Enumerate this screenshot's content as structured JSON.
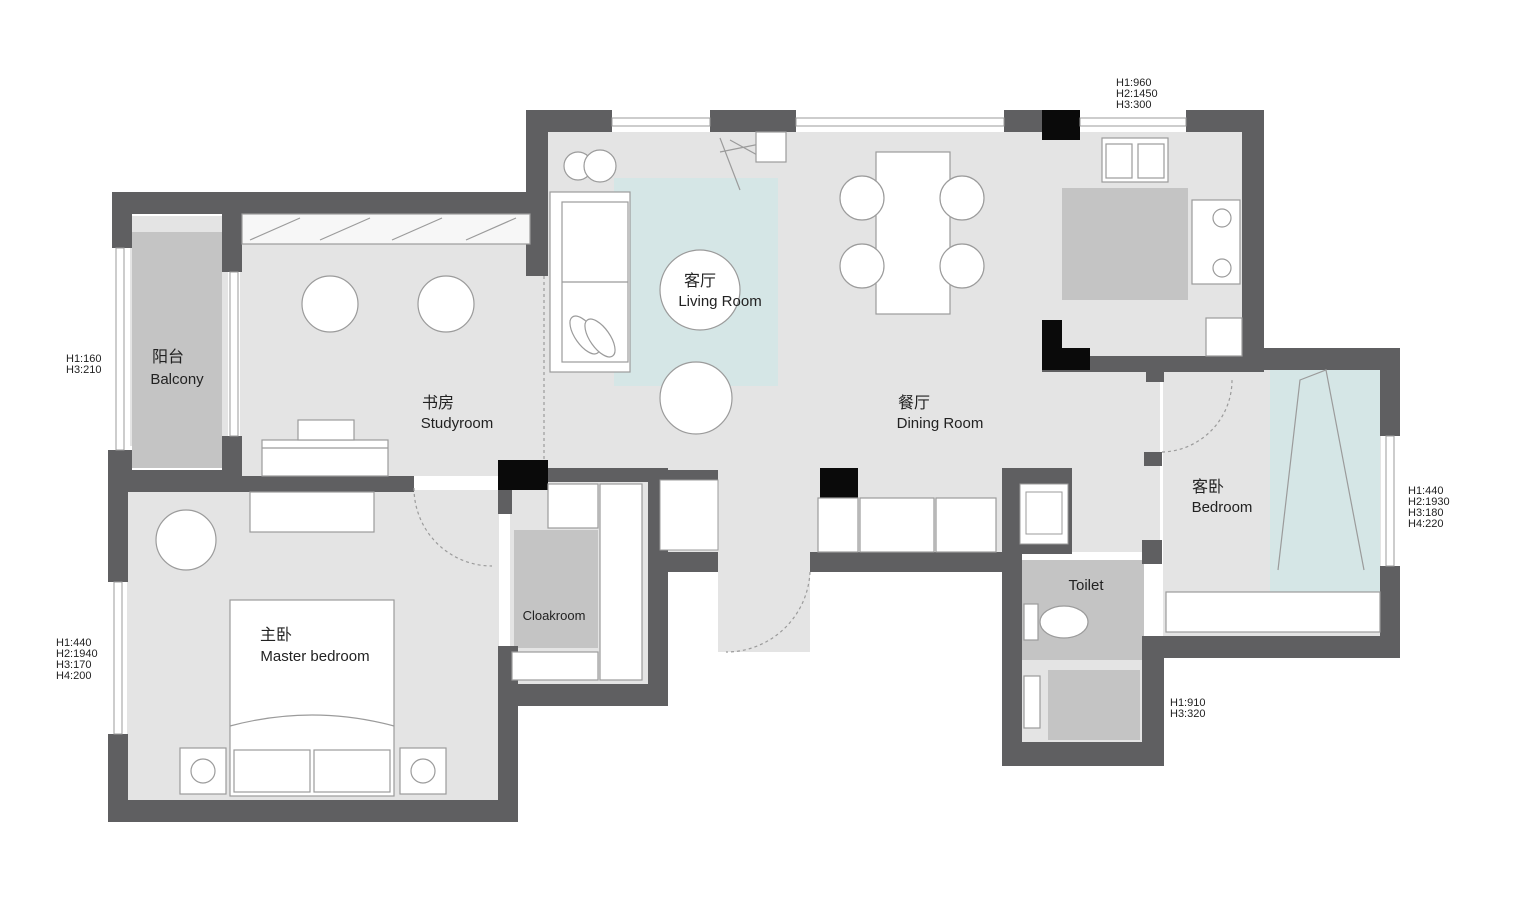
{
  "colors": {
    "wall": "#5f5f61",
    "floor": "#e4e4e4",
    "rug": "#d5e6e6",
    "fixture": "#c4c4c4",
    "pillar": "#0a0a0a",
    "line": "#9b9b9b"
  },
  "rooms": {
    "living": {
      "cn": "客厅",
      "en": "Living Room"
    },
    "dining": {
      "cn": "餐厅",
      "en": "Dining Room"
    },
    "study": {
      "cn": "书房",
      "en": "Studyroom"
    },
    "balcony": {
      "cn": "阳台",
      "en": "Balcony"
    },
    "master": {
      "cn": "主卧",
      "en": "Master bedroom"
    },
    "cloak": {
      "en": "Cloakroom"
    },
    "guest": {
      "cn": "客卧",
      "en": "Bedroom"
    },
    "toilet": {
      "en": "Toilet"
    }
  },
  "dimensions": {
    "kitchen": [
      "H1:960",
      "H2:1450",
      "H3:300"
    ],
    "balcony": [
      "H1:160",
      "H3:210"
    ],
    "master": [
      "H1:440",
      "H2:1940",
      "H3:170",
      "H4:200"
    ],
    "guest": [
      "H1:440",
      "H2:1930",
      "H3:180",
      "H4:220"
    ],
    "toilet": [
      "H1:910",
      "H3:320"
    ]
  }
}
